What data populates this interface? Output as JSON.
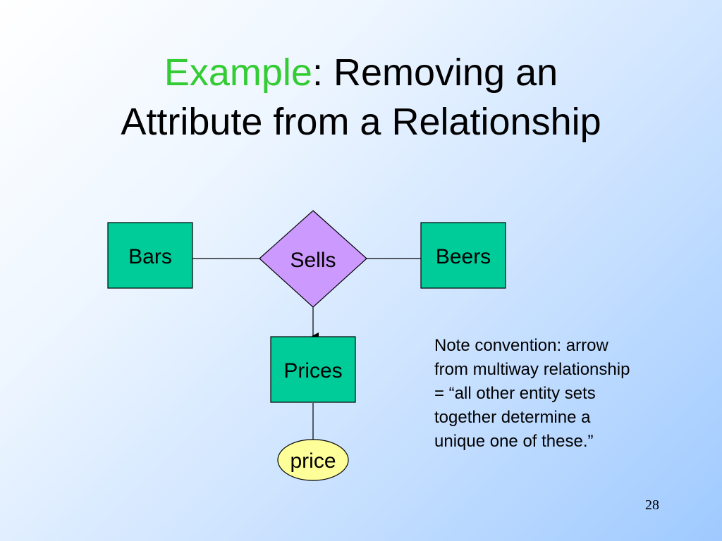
{
  "title": {
    "accent": "Example",
    "line1_rest": ": Removing an",
    "line2": "Attribute from a Relationship"
  },
  "diagram": {
    "entities": {
      "bars": "Bars",
      "beers": "Beers",
      "prices": "Prices"
    },
    "relationship": "Sells",
    "attribute": "price"
  },
  "note": {
    "lines": [
      "Note convention: arrow",
      "from multiway relationship",
      "= “all other entity sets",
      "together determine a",
      "unique one of these.”"
    ]
  },
  "page_number": "28",
  "colors": {
    "entity_fill": "#00cc99",
    "relationship_fill": "#cc99ff",
    "attribute_fill": "#ffff99",
    "title_accent": "#33cc33"
  }
}
